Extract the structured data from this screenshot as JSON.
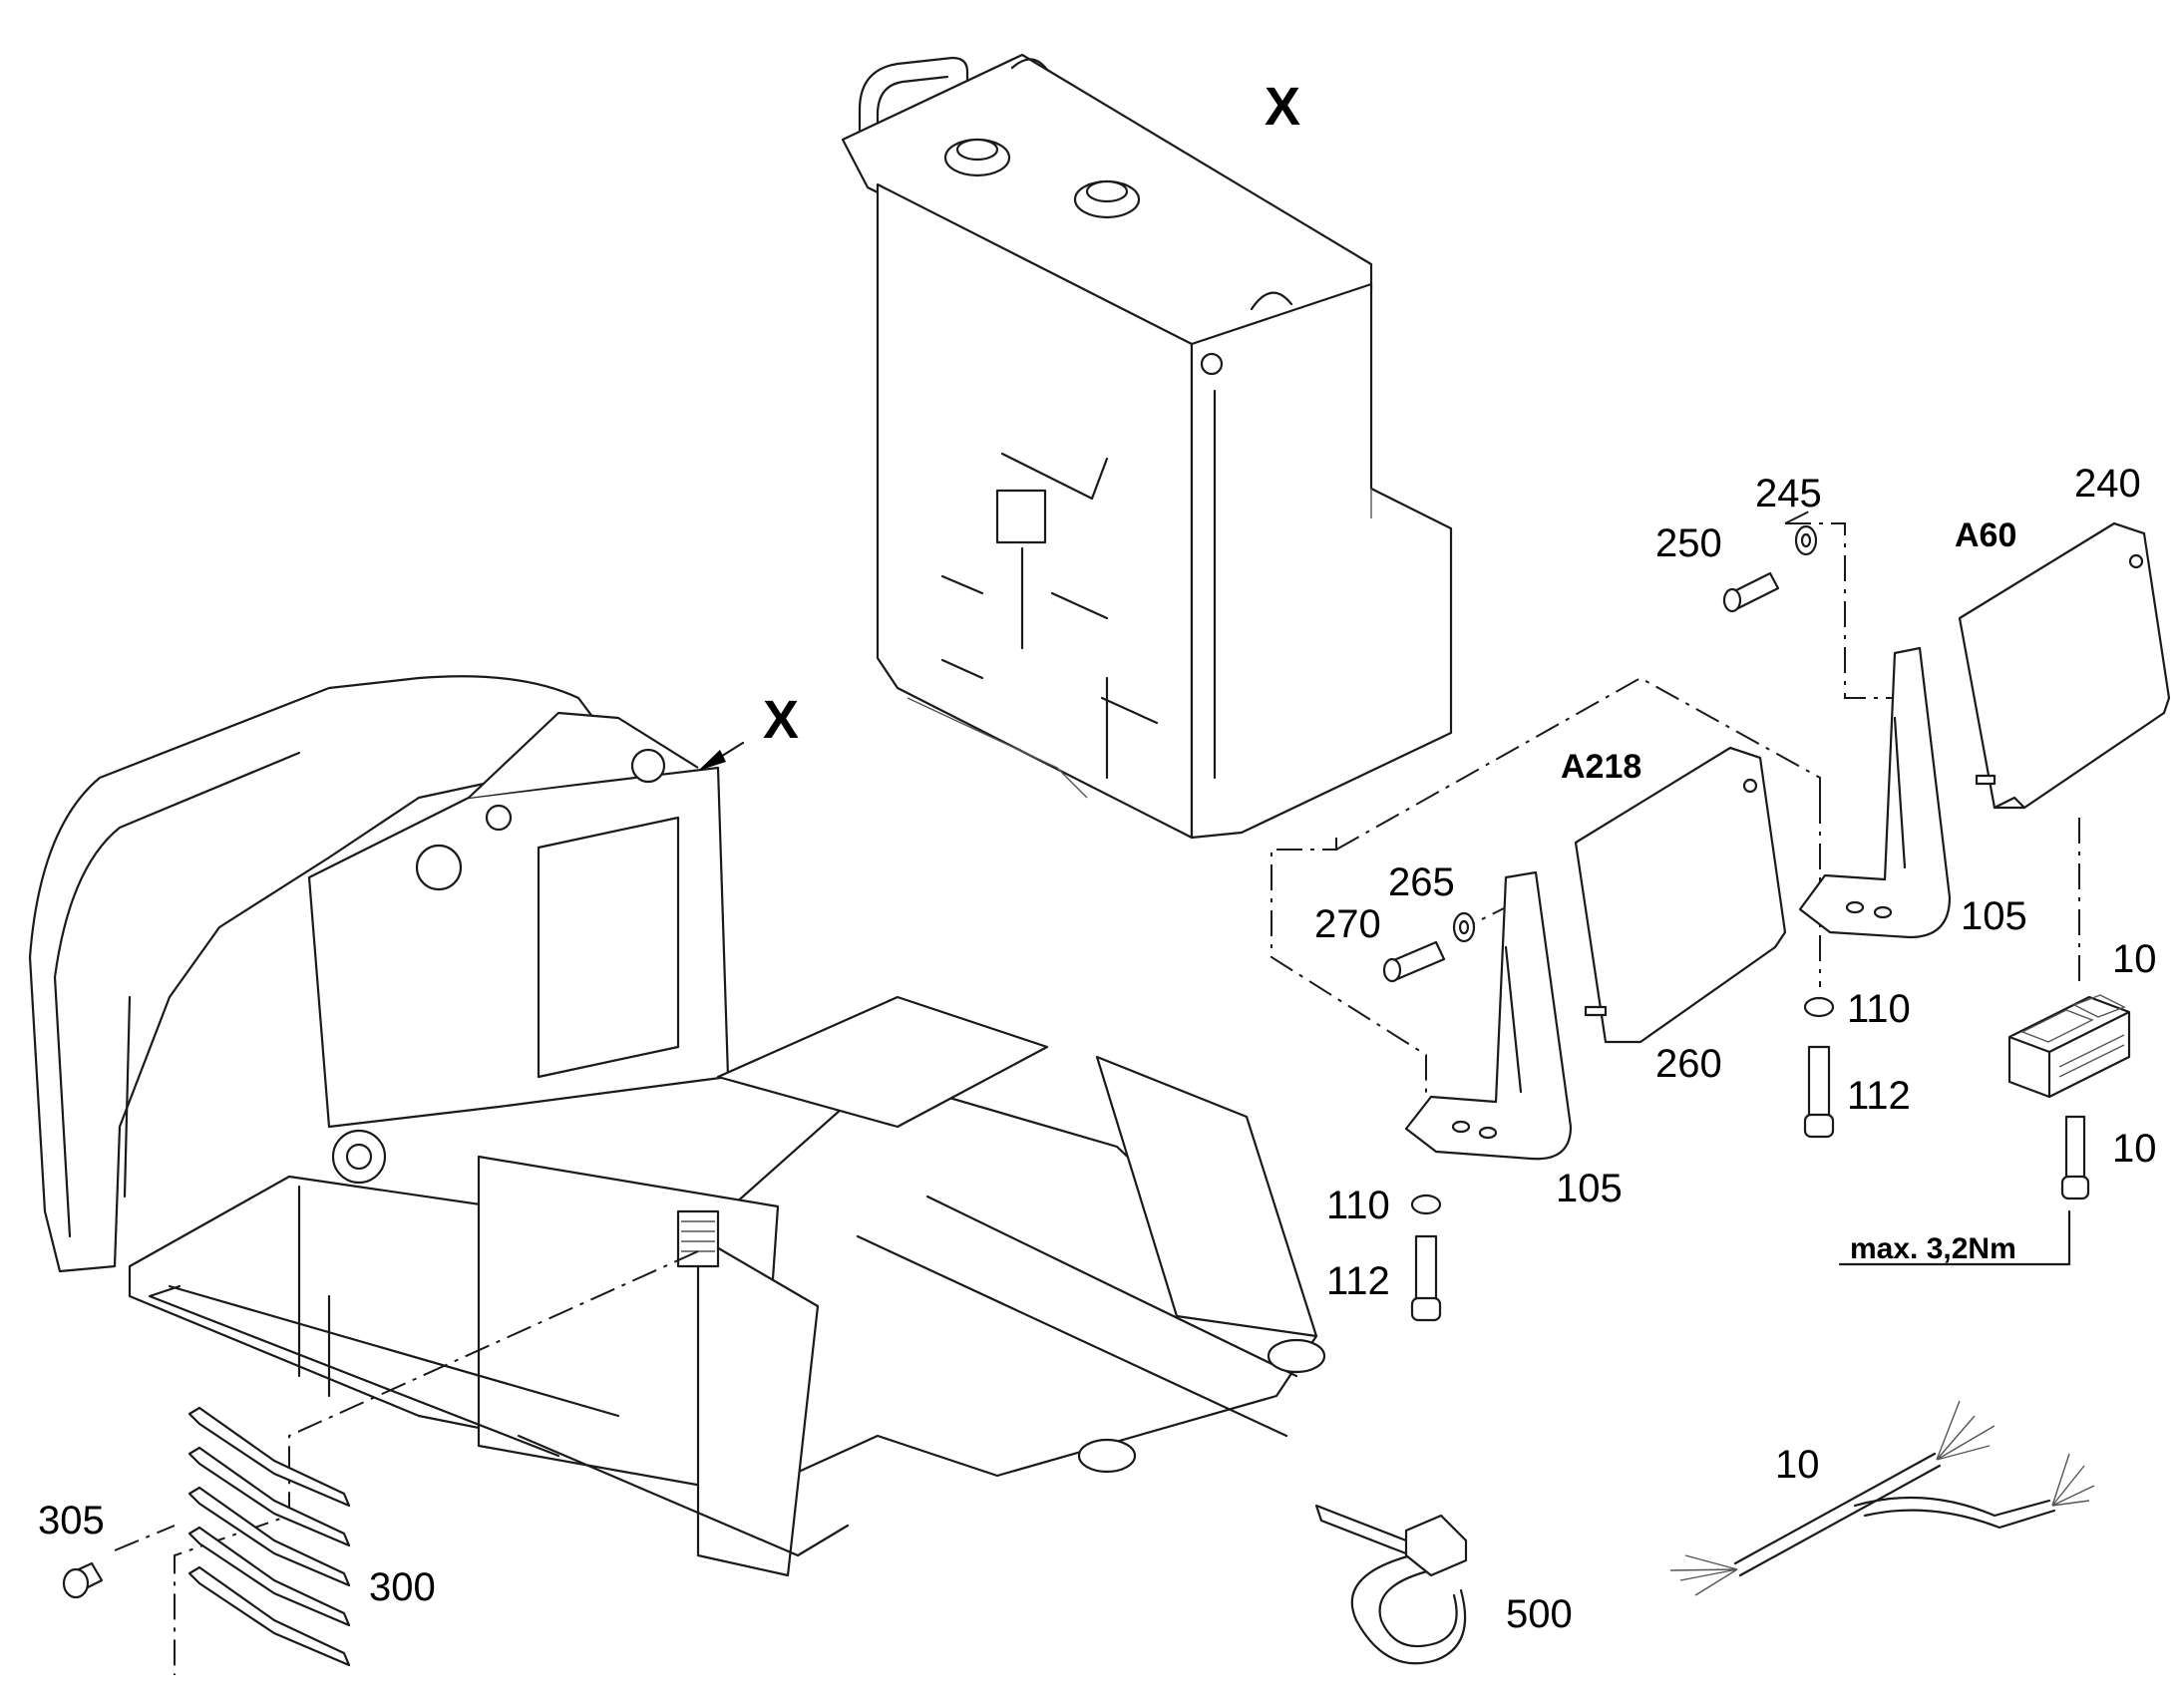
{
  "callouts": {
    "x_top": "X",
    "x_side": "X",
    "n240": "240",
    "n245": "245",
    "n250": "250",
    "a60": "A60",
    "a218": "A218",
    "n265": "265",
    "n270": "270",
    "n105_right": "105",
    "n105_left": "105",
    "n110_right": "110",
    "n110_left": "110",
    "n112_right": "112",
    "n112_left": "112",
    "n260": "260",
    "n10_connector": "10",
    "n10_screw": "10",
    "torque": "max. 3,2Nm",
    "n305": "305",
    "n300": "300",
    "n500": "500",
    "n10_harness": "10"
  }
}
